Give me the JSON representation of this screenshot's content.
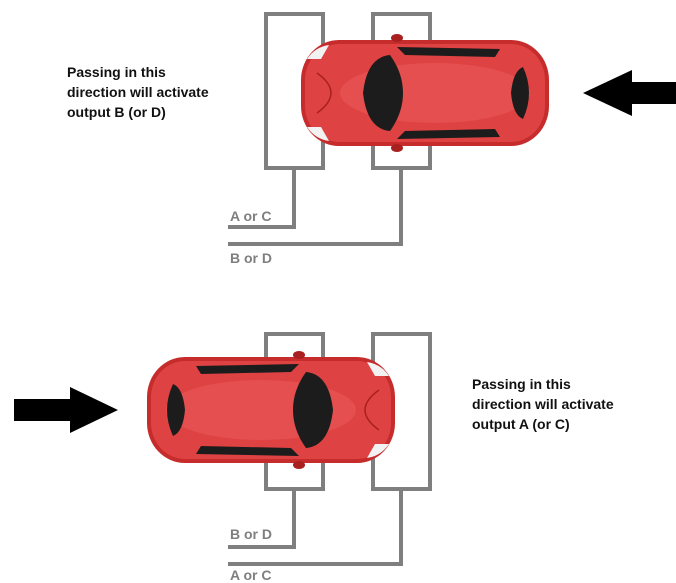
{
  "colors": {
    "loop": "#7f7f7f",
    "arrow": "#000000",
    "car_body": "#d83a3a",
    "car_dark": "#a82020",
    "glass": "#1c1c1c",
    "label_text": "#7f7f7f",
    "caption_text": "#111111"
  },
  "top_panel": {
    "caption_lines": [
      "Passing in this",
      "direction will activate",
      "output B (or D)"
    ],
    "wire_label_upper": "A or C",
    "wire_label_lower": "B or D",
    "arrow_direction": "left",
    "car_heading": "left"
  },
  "bottom_panel": {
    "caption_lines": [
      "Passing in this",
      "direction will activate",
      "output A (or C)"
    ],
    "wire_label_upper": "B or D",
    "wire_label_lower": "A or C",
    "arrow_direction": "right",
    "car_heading": "right"
  }
}
